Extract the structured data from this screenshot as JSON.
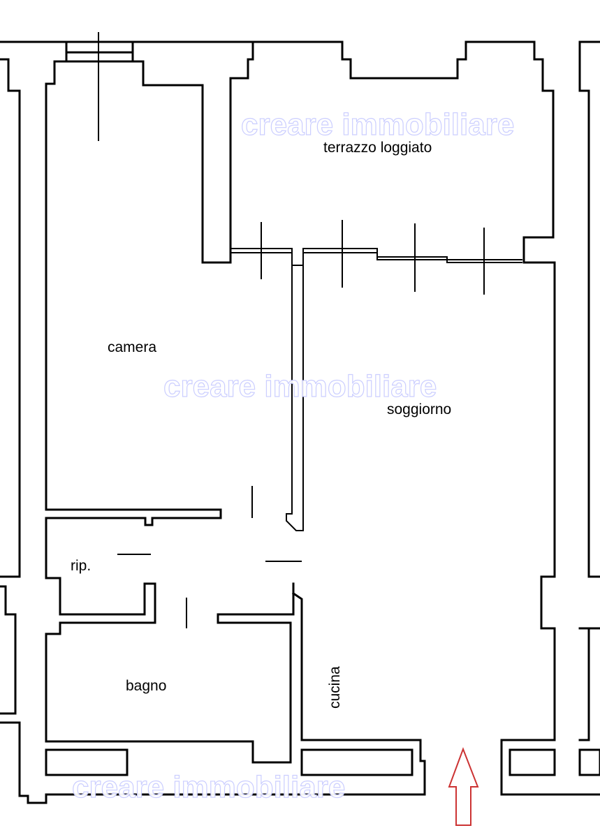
{
  "rooms": {
    "terrazzo": "terrazzo loggiato",
    "camera": "camera",
    "soggiorno": "soggiorno",
    "ripostiglio": "rip.",
    "bagno": "bagno",
    "cucina": "cucina"
  },
  "watermark": "creare immobiliare",
  "colors": {
    "walls": "#000000",
    "watermark_outline": "#c9ccff",
    "entrance_arrow": "#cc3333"
  },
  "icons": {
    "entrance": "arrow-up-icon"
  }
}
